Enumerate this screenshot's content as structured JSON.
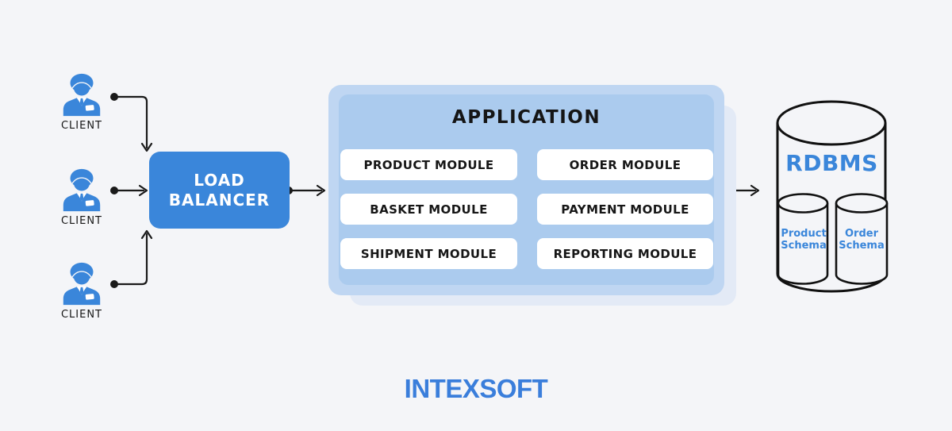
{
  "colors": {
    "background": "#f4f5f8",
    "accent_blue": "#3a86da",
    "app_outer_panel": "#bfd6f2",
    "app_inner_panel": "#abcbee",
    "app_shadow_panel": "#e3eaf6",
    "module_box_bg": "#ffffff",
    "text_dark": "#1a1a1a",
    "connector_black": "#1a1a1a",
    "logo_blue": "#3a7edb"
  },
  "clients": {
    "label": "CLIENT",
    "count": 3,
    "icon": "person-icon"
  },
  "load_balancer": {
    "line1": "LOAD",
    "line2": "BALANCER"
  },
  "application": {
    "title": "APPLICATION",
    "modules": [
      "PRODUCT MODULE",
      "ORDER MODULE",
      "BASKET MODULE",
      "PAYMENT MODULE",
      "SHIPMENT MODULE",
      "REPORTING MODULE"
    ]
  },
  "database": {
    "title": "RDBMS",
    "icon": "database-cylinder-icon",
    "schemas": [
      {
        "line1": "Product",
        "line2": "Schema"
      },
      {
        "line1": "Order",
        "line2": "Schema"
      }
    ]
  },
  "footer": {
    "logo_text": "INTEXSOFT"
  }
}
